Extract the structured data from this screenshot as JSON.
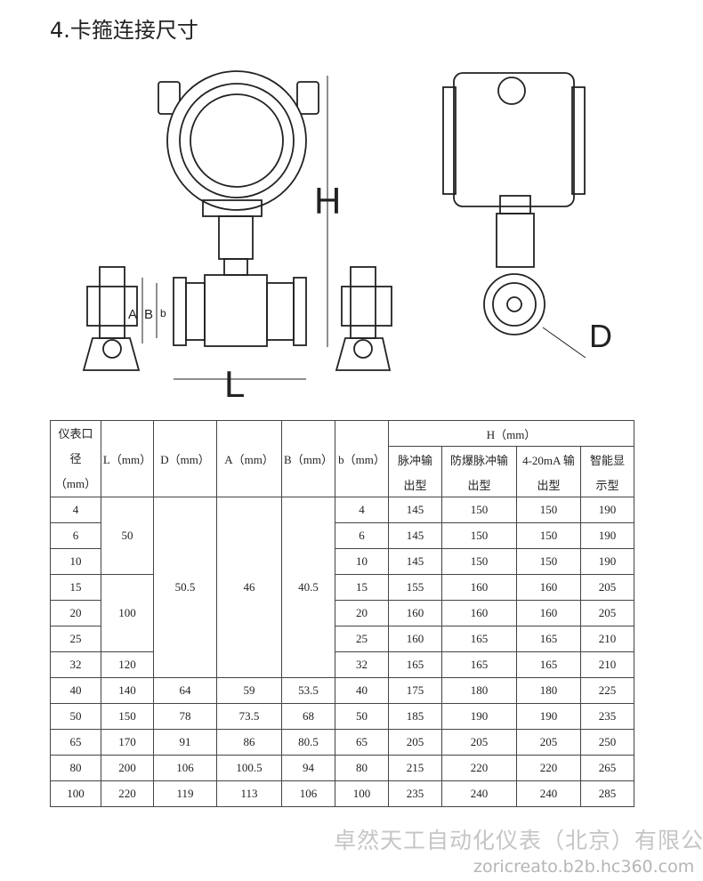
{
  "title": "4.卡箍连接尺寸",
  "drawing_labels": {
    "H": "H",
    "L": "L",
    "A": "A",
    "B": "B",
    "b": "b",
    "D": "D"
  },
  "table": {
    "headers": {
      "dn": "仪表口径（mm）",
      "dn_lines": [
        "仪表口",
        "径",
        "（mm）"
      ],
      "L": "L（mm）",
      "D": "D（mm）",
      "A": "A（mm）",
      "B": "B（mm）",
      "b": "b（mm）",
      "H": "H（mm）",
      "H_sub": [
        [
          "脉冲输",
          "出型"
        ],
        [
          "防爆脉冲输",
          "出型"
        ],
        [
          "4-20mA 输",
          "出型"
        ],
        [
          "智能显",
          "示型"
        ]
      ]
    },
    "rows": [
      {
        "dn": "4",
        "L": "50",
        "D": "50.5",
        "A": "46",
        "B": "40.5",
        "b": "4",
        "H": [
          "145",
          "150",
          "150",
          "190"
        ]
      },
      {
        "dn": "6",
        "b": "6",
        "H": [
          "145",
          "150",
          "150",
          "190"
        ]
      },
      {
        "dn": "10",
        "b": "10",
        "H": [
          "145",
          "150",
          "150",
          "190"
        ]
      },
      {
        "dn": "15",
        "L": "100",
        "b": "15",
        "H": [
          "155",
          "160",
          "160",
          "205"
        ]
      },
      {
        "dn": "20",
        "b": "20",
        "H": [
          "160",
          "160",
          "160",
          "205"
        ]
      },
      {
        "dn": "25",
        "b": "25",
        "H": [
          "160",
          "165",
          "165",
          "210"
        ]
      },
      {
        "dn": "32",
        "L": "120",
        "b": "32",
        "H": [
          "165",
          "165",
          "165",
          "210"
        ]
      },
      {
        "dn": "40",
        "L": "140",
        "D": "64",
        "A": "59",
        "B": "53.5",
        "b": "40",
        "H": [
          "175",
          "180",
          "180",
          "225"
        ]
      },
      {
        "dn": "50",
        "L": "150",
        "D": "78",
        "A": "73.5",
        "B": "68",
        "b": "50",
        "H": [
          "185",
          "190",
          "190",
          "235"
        ]
      },
      {
        "dn": "65",
        "L": "170",
        "D": "91",
        "A": "86",
        "B": "80.5",
        "b": "65",
        "H": [
          "205",
          "205",
          "205",
          "250"
        ]
      },
      {
        "dn": "80",
        "L": "200",
        "D": "106",
        "A": "100.5",
        "B": "94",
        "b": "80",
        "H": [
          "215",
          "220",
          "220",
          "265"
        ]
      },
      {
        "dn": "100",
        "L": "220",
        "D": "119",
        "A": "113",
        "B": "106",
        "b": "100",
        "H": [
          "235",
          "240",
          "240",
          "285"
        ]
      }
    ]
  },
  "watermark": {
    "company": "卓然天工自动化仪表（北京）有限公司",
    "url": "zoricreato.b2b.hc360.com"
  }
}
